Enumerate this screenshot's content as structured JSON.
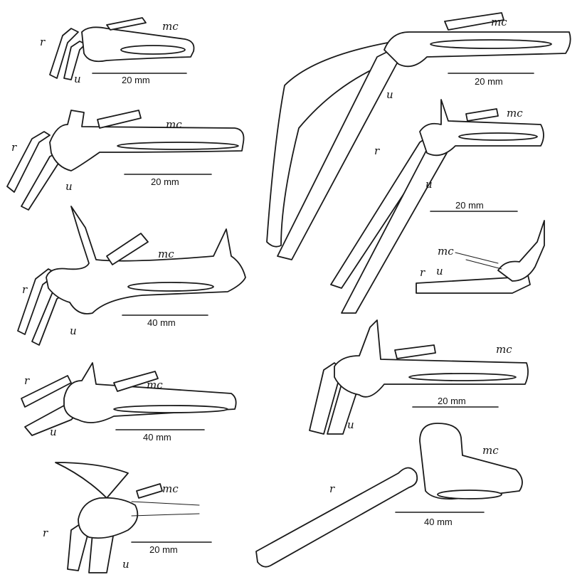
{
  "panels": [
    {
      "labels": {
        "r": "r",
        "u": "u",
        "mc": "mc"
      },
      "scale": "20 mm"
    },
    {
      "labels": {
        "r": "r",
        "u": "u",
        "mc": "mc"
      },
      "scale": "20 mm"
    },
    {
      "labels": {
        "r": "r",
        "u": "u",
        "mc": "mc"
      },
      "scale": "40 mm"
    },
    {
      "labels": {
        "r": "r",
        "u": "u",
        "mc": "mc"
      },
      "scale": "40 mm"
    },
    {
      "labels": {
        "r": "r",
        "u": "u",
        "mc": "mc"
      },
      "scale": "20 mm"
    },
    {
      "labels": {
        "u": "u",
        "mc": "mc"
      },
      "scale": "20 mm"
    },
    {
      "labels": {
        "r": "r",
        "u": "u",
        "mc": "mc"
      },
      "scale": "20 mm"
    },
    {
      "labels": {
        "r": "r",
        "u": "u",
        "mc": "mc"
      }
    },
    {
      "labels": {
        "u": "u",
        "mc": "mc"
      },
      "scale": "20 mm"
    },
    {
      "labels": {
        "r": "r",
        "mc": "mc"
      },
      "scale": "40 mm"
    }
  ]
}
